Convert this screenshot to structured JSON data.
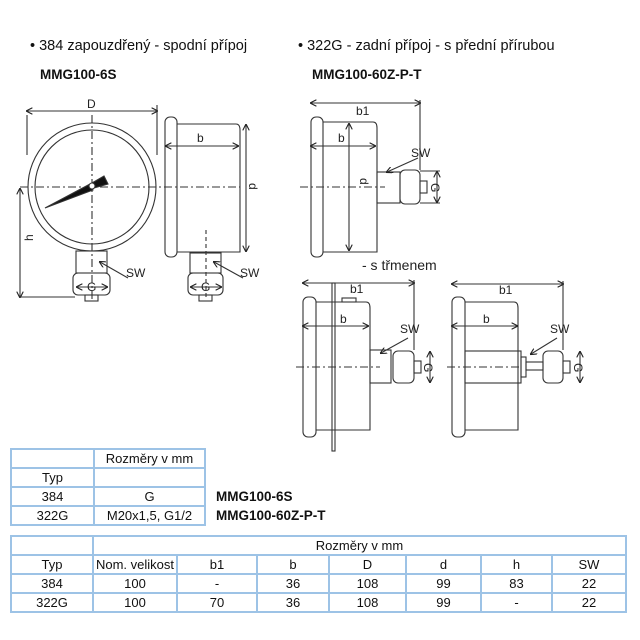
{
  "headers": {
    "left_title": "• 384 zapouzdřený - spodní přípoj",
    "right_title": "• 322G - zadní přípoj - s přední přírubou",
    "left_model": "MMG100-6S",
    "right_model": "MMG100-60Z-P-T"
  },
  "drawing_labels": {
    "D": "D",
    "b": "b",
    "b1": "b1",
    "d": "d",
    "h": "h",
    "SW": "SW",
    "G": "G",
    "bracket_caption": "- s třmenem"
  },
  "small_table": {
    "header": "Rozměry v mm",
    "typ_label": "Typ",
    "rows": [
      {
        "typ": "384",
        "G": "G",
        "model": "MMG100-6S"
      },
      {
        "typ": "322G",
        "G": "M20x1,5, G1/2",
        "model": "MMG100-60Z-P-T"
      }
    ]
  },
  "big_table": {
    "header": "Rozměry v mm",
    "columns": [
      "Typ",
      "Nom. velikost",
      "b1",
      "b",
      "D",
      "d",
      "h",
      "SW"
    ],
    "rows": [
      [
        "384",
        "100",
        "-",
        "36",
        "108",
        "99",
        "83",
        "22"
      ],
      [
        "322G",
        "100",
        "70",
        "36",
        "108",
        "99",
        "-",
        "22"
      ]
    ]
  }
}
